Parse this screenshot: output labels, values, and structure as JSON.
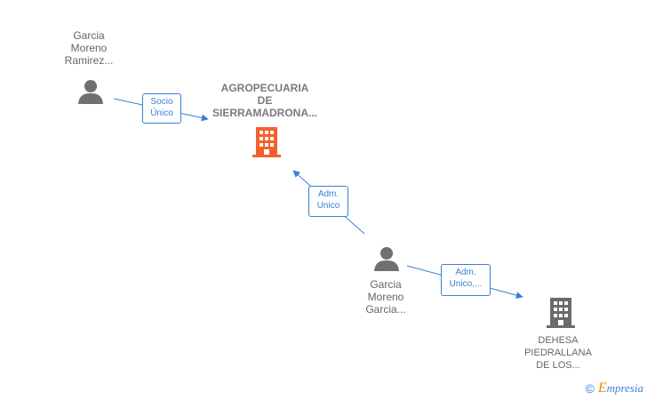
{
  "nodes": {
    "person_ramirez": {
      "lines": [
        "Garcia",
        "Moreno",
        "Ramirez..."
      ]
    },
    "company_main": {
      "lines": [
        "AGROPECUARIA",
        "DE",
        "SIERRAMADRONA..."
      ],
      "color": "#f2612d"
    },
    "person_garcia": {
      "lines": [
        "Garcia",
        "Moreno",
        "Garcia..."
      ]
    },
    "company_dehesa": {
      "lines": [
        "DEHESA",
        "PIEDRALLANA",
        "DE LOS..."
      ],
      "color": "#6b6b6b"
    }
  },
  "edges": {
    "socio_unico": {
      "lines": [
        "Socio",
        "Único"
      ]
    },
    "adm_unico_main": {
      "lines": [
        "Adm.",
        "Unico"
      ]
    },
    "adm_unico_dehesa": {
      "lines": [
        "Adm.",
        "Unico,..."
      ]
    }
  },
  "colors": {
    "edge": "#3a7fd5",
    "person": "#707070"
  },
  "footer": {
    "copyright": "©",
    "brand_first": "E",
    "brand_rest": "mpresia"
  }
}
